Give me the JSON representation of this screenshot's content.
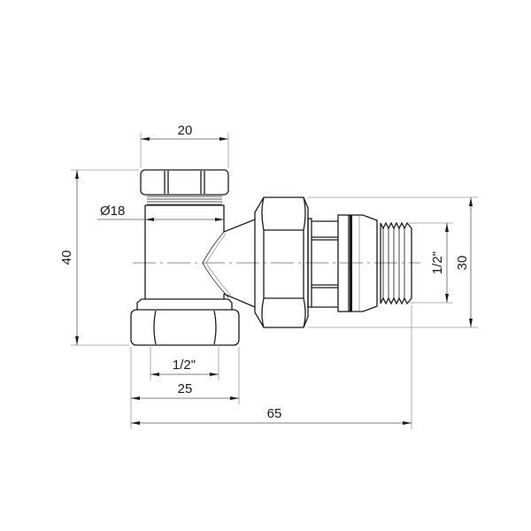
{
  "drawing": {
    "dimensions": {
      "top_nut_width": "20",
      "body_diameter": "Ø18",
      "height": "40",
      "bottom_thread": "1/2\"",
      "bottom_nut_width": "25",
      "overall_length": "65",
      "side_thread": "1/2\"",
      "side_height": "30"
    },
    "line_color": "#1a1a1a"
  }
}
